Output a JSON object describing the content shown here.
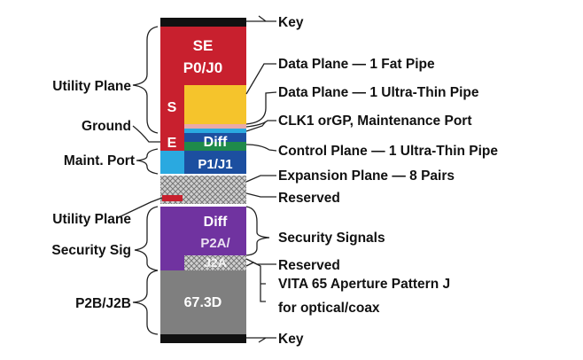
{
  "colors": {
    "red": "#c8202e",
    "yellow": "#f5c42c",
    "cyan": "#2aa9e0",
    "blue": "#1c4fa0",
    "green": "#1f8a4a",
    "pink": "#e9a9a9",
    "purple": "#7033a0",
    "gray": "#7f7f7f",
    "hatch": "#bfbfbf",
    "key": "#111111",
    "leader": "#222222",
    "leader_blue": "#5b8fc9"
  },
  "blocks": {
    "se_top": "SE",
    "p0j0": "P0/J0",
    "s": "S",
    "e": "E",
    "diff1": "Diff",
    "p1j1": "P1/J1",
    "diff2": "Diff",
    "p2a": "P2A/",
    "j2a": "J2A",
    "p2b_id": "67.3D"
  },
  "labels": {
    "left": {
      "utility_plane_1": "Utility Plane",
      "ground": "Ground",
      "maint_port": "Maint. Port",
      "utility_plane_2": "Utility Plane",
      "security_sig": "Security Sig",
      "p2b_j2b": "P2B/J2B"
    },
    "right": {
      "key_top": "Key",
      "data_fat": "Data Plane — 1 Fat Pipe",
      "data_ultra": "Data Plane — 1 Ultra-Thin Pipe",
      "clk": "CLK1 orGP, Maintenance Port",
      "control": "Control Plane — 1 Ultra-Thin Pipe",
      "expansion": "Expansion Plane — 8 Pairs",
      "reserved_1": "Reserved",
      "security_signals": "Security Signals",
      "reserved_2": "Reserved",
      "vita_line1": "VITA 65 Aperture Pattern J",
      "vita_line2": "for optical/coax",
      "key_bottom": "Key"
    }
  }
}
